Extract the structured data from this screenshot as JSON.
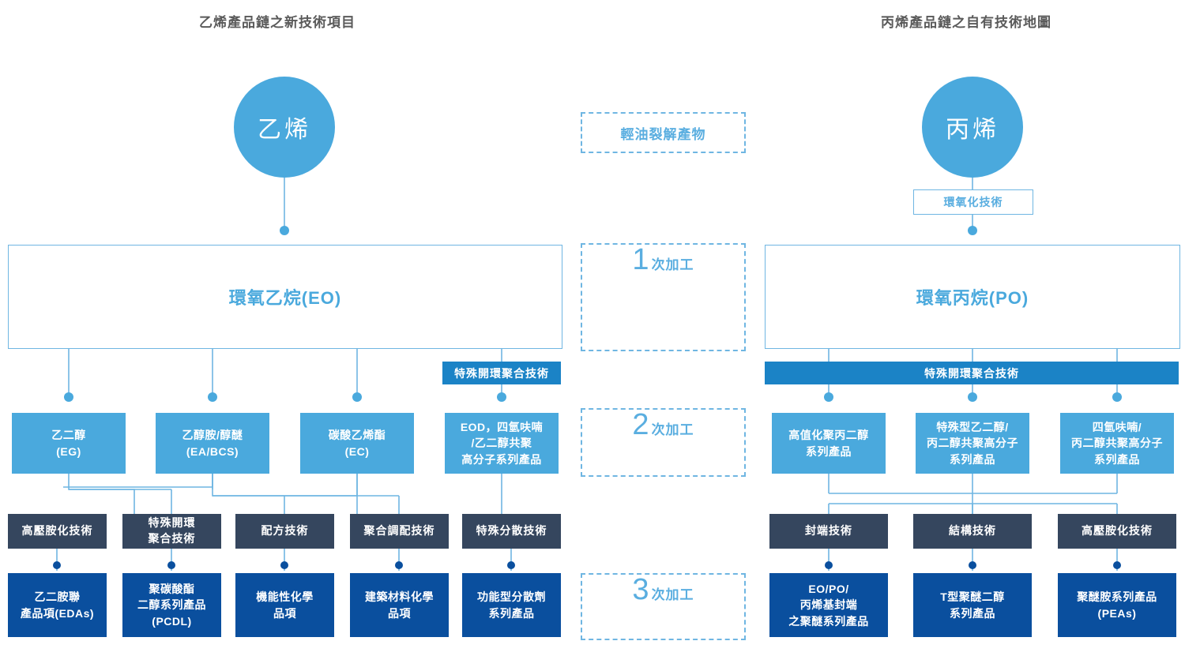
{
  "titles": {
    "left": "乙烯產品鏈之新技術項目",
    "right": "丙烯產品鏈之自有技術地圖"
  },
  "center": {
    "feedstock": "輕油裂解產物",
    "stages": [
      {
        "num": "1",
        "suffix": "次加工"
      },
      {
        "num": "2",
        "suffix": "次加工"
      },
      {
        "num": "3",
        "suffix": "次加工"
      }
    ]
  },
  "left": {
    "source": "乙烯",
    "primary": "環氧乙烷(EO)",
    "tech_bar": "特殊開環聚合技術",
    "secondary": [
      {
        "label": "乙二醇\n(EG)"
      },
      {
        "label": "乙醇胺/醇醚\n(EA/BCS)"
      },
      {
        "label": "碳酸乙烯酯\n(EC)"
      },
      {
        "label": "EOD，四氫呋喃\n/乙二醇共聚\n高分子系列產品"
      }
    ],
    "technologies": [
      {
        "label": "高壓胺化技術"
      },
      {
        "label": "特殊開環\n聚合技術"
      },
      {
        "label": "配方技術"
      },
      {
        "label": "聚合調配技術"
      },
      {
        "label": "特殊分散技術"
      }
    ],
    "products": [
      {
        "label": "乙二胺聯\n產品項(EDAs)"
      },
      {
        "label": "聚碳酸酯\n二醇系列產品\n(PCDL)"
      },
      {
        "label": "機能性化學\n品項"
      },
      {
        "label": "建築材料化學\n品項"
      },
      {
        "label": "功能型分散劑\n系列產品"
      }
    ]
  },
  "right": {
    "source": "丙烯",
    "epoxidation": "環氧化技術",
    "primary": "環氧丙烷(PO)",
    "tech_bar": "特殊開環聚合技術",
    "secondary": [
      {
        "label": "高值化聚丙二醇\n系列產品"
      },
      {
        "label": "特殊型乙二醇/\n丙二醇共聚高分子\n系列產品"
      },
      {
        "label": "四氫呋喃/\n丙二醇共聚高分子\n系列產品"
      }
    ],
    "technologies": [
      {
        "label": "封端技術"
      },
      {
        "label": "結構技術"
      },
      {
        "label": "高壓胺化技術"
      }
    ],
    "products": [
      {
        "label": "EO/PO/\n丙烯基封端\n之聚醚系列產品"
      },
      {
        "label": "T型聚醚二醇\n系列產品"
      },
      {
        "label": "聚醚胺系列產品\n(PEAs)"
      }
    ]
  },
  "colors": {
    "accent_light": "#4aa9dd",
    "accent_mid": "#1b83c6",
    "accent_dark": "#0a4f9e",
    "slate": "#35465e",
    "line": "#6fb6e2",
    "title_text": "#5a5a5a"
  }
}
